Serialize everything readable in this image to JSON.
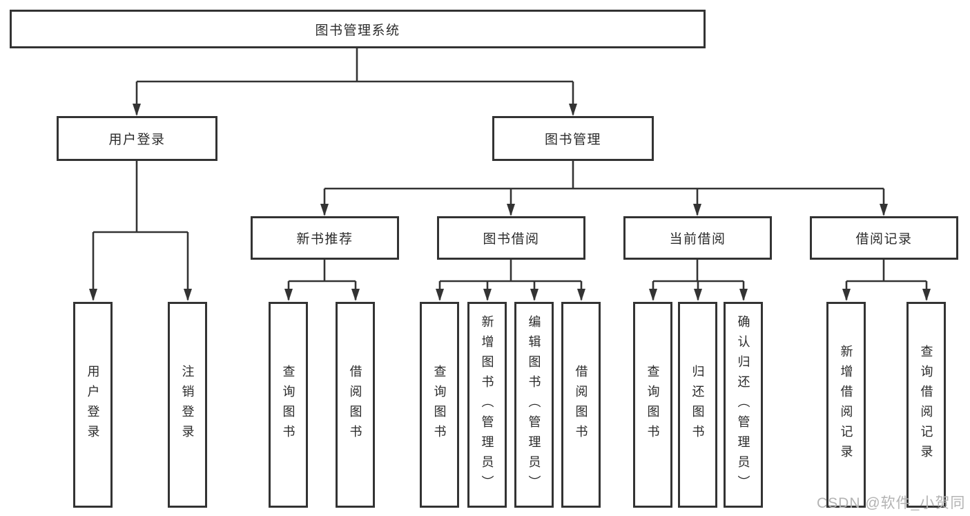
{
  "diagram": {
    "root": {
      "label": "图书管理系统"
    },
    "level2": [
      {
        "label": "用户登录",
        "children": [
          {
            "label": "用户登录"
          },
          {
            "label": "注销登录"
          }
        ]
      },
      {
        "label": "图书管理",
        "children": [
          {
            "label": "新书推荐",
            "children": [
              {
                "label": "查询图书"
              },
              {
                "label": "借阅图书"
              }
            ]
          },
          {
            "label": "图书借阅",
            "children": [
              {
                "label": "查询图书"
              },
              {
                "label": "新增图书（管理员）"
              },
              {
                "label": "编辑图书（管理员）"
              },
              {
                "label": "借阅图书"
              }
            ]
          },
          {
            "label": "当前借阅",
            "children": [
              {
                "label": "查询图书"
              },
              {
                "label": "归还图书"
              },
              {
                "label": "确认归还（管理员）"
              }
            ]
          },
          {
            "label": "借阅记录",
            "children": [
              {
                "label": "新增借阅记录"
              },
              {
                "label": "查询借阅记录"
              }
            ]
          }
        ]
      }
    ]
  },
  "watermark": {
    "text": "CSDN @软件_小贺同学"
  },
  "colors": {
    "line": "#333333",
    "node_text": "#2b2b2b",
    "watermark": "#b3b3b3",
    "background": "#ffffff"
  }
}
